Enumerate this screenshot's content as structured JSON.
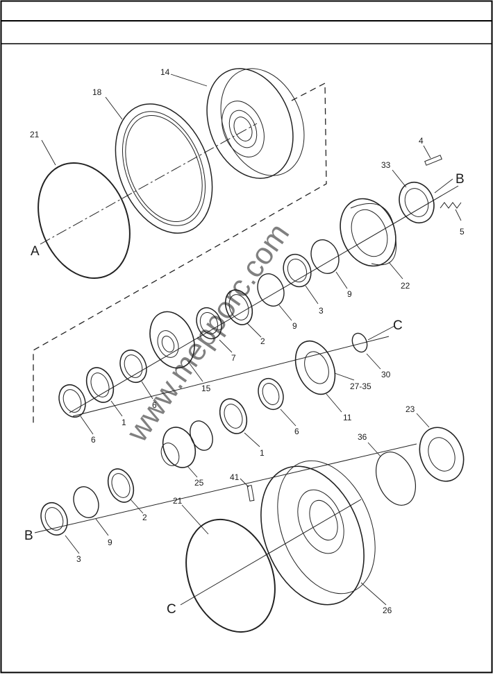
{
  "header": {
    "title_row": "",
    "subtitle_row": ""
  },
  "watermark": {
    "text": "www.mepporc.com",
    "color": "#2a7fd4"
  },
  "callouts": {
    "c14": "14",
    "c18": "18",
    "c21a": "21",
    "c4": "4",
    "c33": "33",
    "c5": "5",
    "c22": "22",
    "c9a": "9",
    "c3a": "3",
    "c9b": "9",
    "c2a": "2",
    "c7": "7",
    "c15": "15",
    "c6a": "6",
    "c1a": "1",
    "c6b": "6",
    "c27": "27-35",
    "c30": "30",
    "c11": "11",
    "c6c": "6",
    "c1b": "1",
    "c23": "23",
    "c36": "36",
    "c25": "25",
    "c41": "41",
    "c2b": "2",
    "c9c": "9",
    "c3b": "3",
    "c21b": "21",
    "c26": "26"
  },
  "letters": {
    "A": "A",
    "B1": "B",
    "C1": "C",
    "B2": "B",
    "C2": "C"
  }
}
